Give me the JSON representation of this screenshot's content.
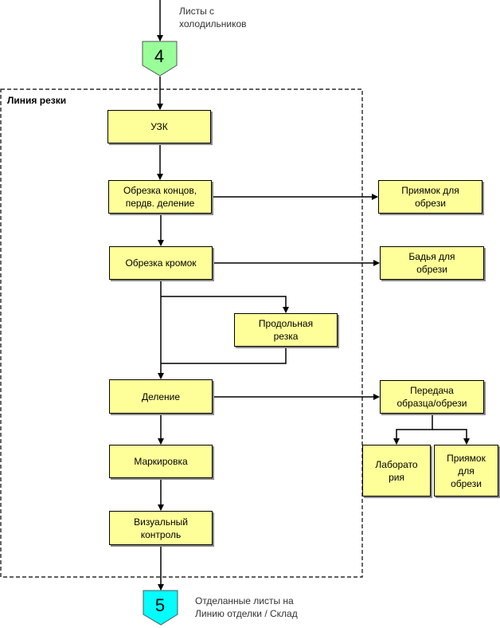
{
  "input_note": "Листы с\nхолодильников",
  "connector_in": {
    "label": "4",
    "color": "#99ff99"
  },
  "connector_out": {
    "label": "5",
    "color": "#00ffff"
  },
  "output_note": "Отделанные листы на\nЛинию отделки / Склад",
  "group_label": "Линия резки",
  "process": {
    "uzk": "УЗК",
    "end_trim": "Обрезка концов,\nпердв. деление",
    "edge_trim": "Обрезка кромок",
    "slitting": "Продольная\nрезка",
    "division": "Деление",
    "marking": "Маркировка",
    "visual": "Визуальный\nконтроль"
  },
  "outputs": {
    "scrap_receiver_1": "Приямок для\nобрези",
    "scrap_tub": "Бадья для\nобрези",
    "sample_transfer": "Передача\nобразца/обрези",
    "laboratory": "Лаборато\nрия",
    "scrap_receiver_2": "Приямок\nдля\nобрези"
  },
  "colors": {
    "box_fill": "#ffff99",
    "line": "#000000"
  }
}
